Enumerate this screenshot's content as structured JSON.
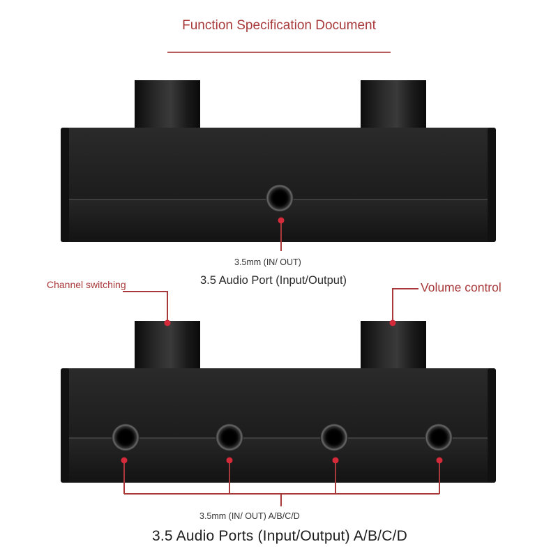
{
  "title": "Function Specification Document",
  "top_view": {
    "port_caption": "3.5mm (IN/ OUT)",
    "port_label": "3.5 Audio Port (Input/Output)"
  },
  "bottom_view": {
    "channel_label": "Channel switching",
    "volume_label": "Volume control",
    "ports_caption": "3.5mm (IN/ OUT) A/B/C/D",
    "ports_label": "3.5 Audio Ports (Input/Output) A/B/C/D"
  },
  "colors": {
    "accent": "#a8393a",
    "marker": "#d42a3a",
    "device_body": "#1e1e1e",
    "background": "#ffffff"
  }
}
